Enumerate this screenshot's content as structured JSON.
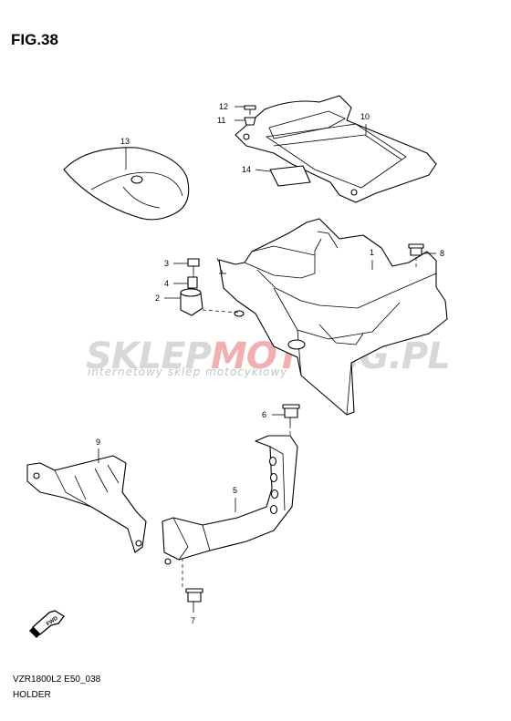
{
  "figure": {
    "title": "FIG.38"
  },
  "watermark": {
    "brand_left": "SKLEP",
    "brand_mid": "MOTO",
    "brand_right": "GG.PL",
    "tagline": "internetowy sklep motocyklowy",
    "accent_color": "#e05a5a"
  },
  "callouts": {
    "c1": "1",
    "c2": "2",
    "c3": "3",
    "c4": "4",
    "c5": "5",
    "c6": "6",
    "c7": "7",
    "c8": "8",
    "c9": "9",
    "c10": "10",
    "c11": "11",
    "c12": "12",
    "c13": "13",
    "c14": "14"
  },
  "fwd_icon": {
    "label": "FWD",
    "icon": "fwd-arrow-icon"
  },
  "footer": {
    "part_code": "VZR1800L2 E50_038",
    "part_name": "HOLDER"
  }
}
